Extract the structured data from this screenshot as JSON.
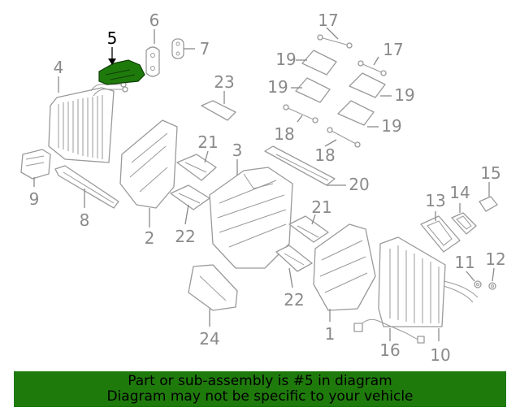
{
  "diagram": {
    "highlight_color": "#1f7a0c",
    "callouts": {
      "c1": "1",
      "c2": "2",
      "c3": "3",
      "c4": "4",
      "c5": "5",
      "c6": "6",
      "c7": "7",
      "c8": "8",
      "c9": "9",
      "c10": "10",
      "c11": "11",
      "c12": "12",
      "c13": "13",
      "c14": "14",
      "c15": "15",
      "c16": "16",
      "c17a": "17",
      "c17b": "17",
      "c18a": "18",
      "c18b": "18",
      "c19a": "19",
      "c19b": "19",
      "c19c": "19",
      "c19d": "19",
      "c20": "20",
      "c21a": "21",
      "c21b": "21",
      "c22a": "22",
      "c22b": "22",
      "c23": "23",
      "c24": "24"
    }
  },
  "banner": {
    "color": "#1f7a0c",
    "line1": "Part or sub-assembly is #5 in diagram",
    "line2": "Diagram may not be specific to your vehicle"
  }
}
